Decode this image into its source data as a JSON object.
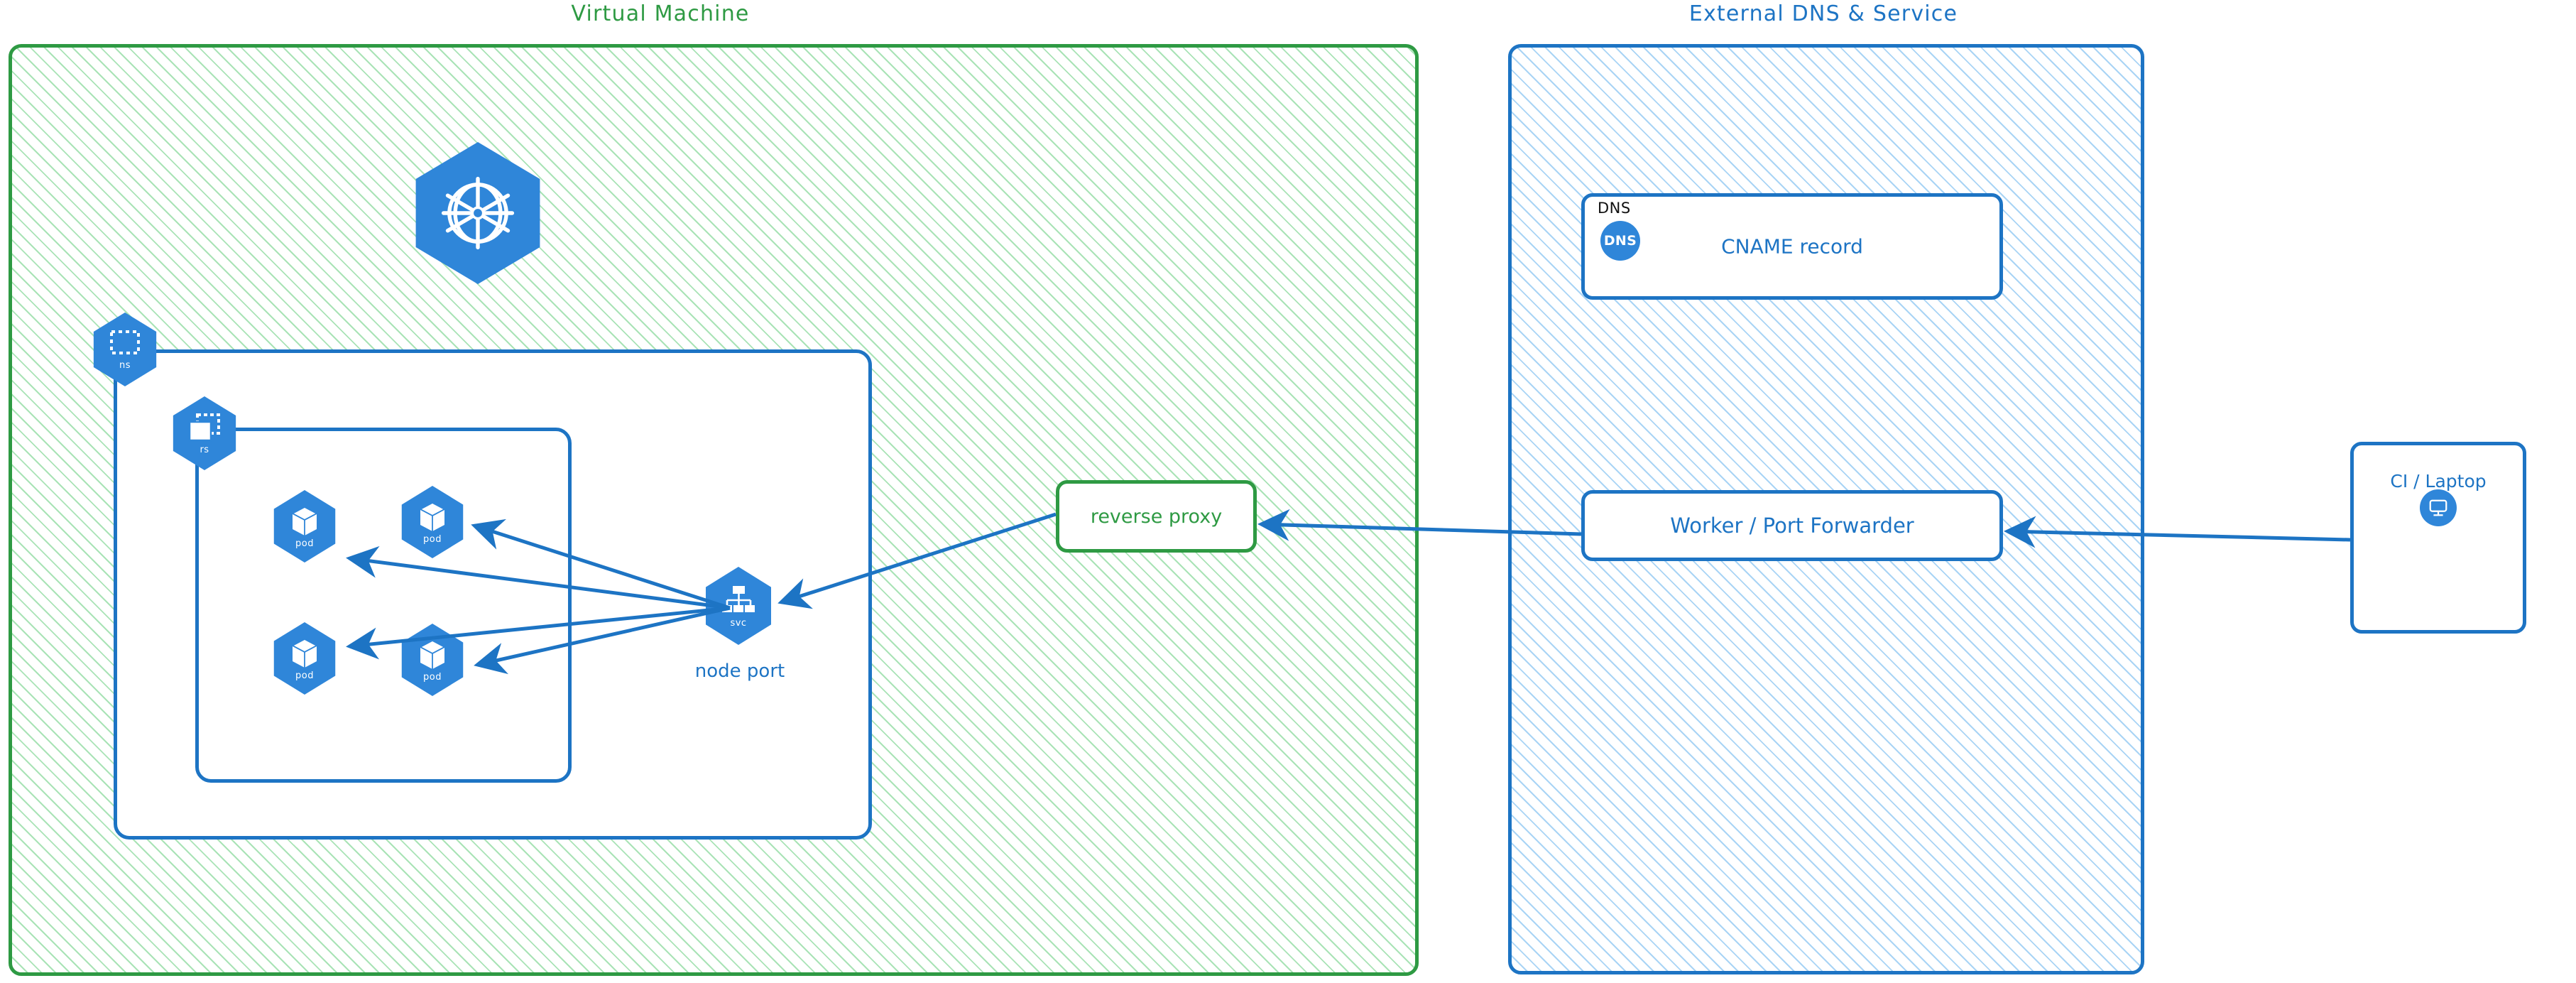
{
  "diagram": {
    "type": "architecture-diagram",
    "groups": [
      {
        "id": "vm",
        "title": "Virtual Machine",
        "color": "#2e9a43",
        "hatch": "#a9e3b6"
      },
      {
        "id": "ext",
        "title": "External DNS & Service",
        "color": "#1d74c4",
        "hatch": "#a9d4f5"
      }
    ],
    "nodes": {
      "k8s_logo": {
        "label": "",
        "icon": "kubernetes-logo"
      },
      "namespace": {
        "label": "ns",
        "icon": "namespace-icon"
      },
      "replicaset": {
        "label": "rs",
        "icon": "replicaset-icon"
      },
      "pod1": {
        "label": "pod",
        "icon": "pod-icon"
      },
      "pod2": {
        "label": "pod",
        "icon": "pod-icon"
      },
      "pod3": {
        "label": "pod",
        "icon": "pod-icon"
      },
      "pod4": {
        "label": "pod",
        "icon": "pod-icon"
      },
      "service": {
        "label": "svc",
        "icon": "service-icon"
      },
      "node_port": {
        "label": "node port"
      },
      "reverse_proxy": {
        "label": "reverse proxy",
        "color": "#2e9a43"
      },
      "dns_group": {
        "label": "DNS"
      },
      "dns_badge": {
        "label": "DNS",
        "icon": "dns-icon"
      },
      "cname": {
        "label": "CNAME record"
      },
      "worker": {
        "label": "Worker / Port Forwarder",
        "color": "#1d74c4"
      },
      "ci_laptop": {
        "label": "CI / Laptop",
        "icon": "monitor-icon",
        "color": "#1d74c4"
      }
    },
    "edges": [
      {
        "from": "service",
        "to": "pod1",
        "style": "arrow"
      },
      {
        "from": "service",
        "to": "pod2",
        "style": "arrow"
      },
      {
        "from": "service",
        "to": "pod3",
        "style": "arrow"
      },
      {
        "from": "service",
        "to": "pod4",
        "style": "arrow"
      },
      {
        "from": "reverse_proxy",
        "to": "service",
        "style": "arrow"
      },
      {
        "from": "worker",
        "to": "reverse_proxy",
        "style": "arrow"
      },
      {
        "from": "ci_laptop",
        "to": "worker",
        "style": "arrow"
      }
    ],
    "palette": {
      "k8s_blue": "#2f86d9",
      "line_blue": "#1d74c4",
      "green": "#2e9a43",
      "black": "#111111",
      "white": "#ffffff"
    }
  }
}
